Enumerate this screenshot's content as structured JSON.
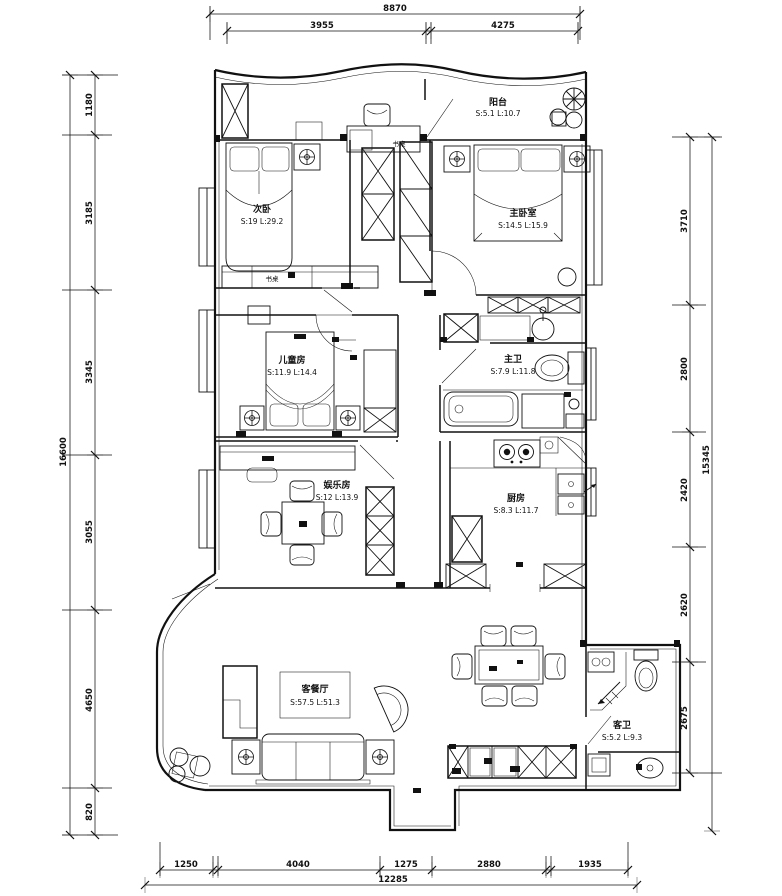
{
  "drawing": {
    "type": "residential floor plan",
    "background": "#ffffff",
    "line_color": "#111111"
  },
  "dims": {
    "top": {
      "total": "8870",
      "segments": [
        "3955",
        "4275"
      ]
    },
    "left": {
      "total": "16600",
      "segments": [
        "1180",
        "3185",
        "3345",
        "3055",
        "4650",
        "820"
      ]
    },
    "right": {
      "total": "15345",
      "segments": [
        "3710",
        "2800",
        "2420",
        "2620",
        "2675"
      ]
    },
    "bottom": {
      "total": "12285",
      "segments": [
        "1250",
        "4040",
        "1275",
        "2880",
        "1935"
      ]
    }
  },
  "rooms": {
    "balcony": {
      "name": "阳台",
      "area": "S:5.1 L:10.7"
    },
    "secondary_bedroom": {
      "name": "次卧",
      "area": "S:19 L:29.2"
    },
    "master_bedroom": {
      "name": "主卧室",
      "area": "S:14.5 L:15.9"
    },
    "kids_room": {
      "name": "儿童房",
      "area": "S:11.9 L:14.4"
    },
    "master_bath": {
      "name": "主卫",
      "area": "S:7.9 L:11.8"
    },
    "rec_room": {
      "name": "娱乐房",
      "area": "S:12 L:13.9"
    },
    "kitchen": {
      "name": "厨房",
      "area": "S:8.3 L:11.7"
    },
    "living_dining": {
      "name": "客餐厅",
      "area": "S:57.5 L:51.3"
    },
    "guest_bath": {
      "name": "客卫",
      "area": "S:5.2 L:9.3"
    }
  },
  "furniture_labels": {
    "desk": "书桌"
  }
}
